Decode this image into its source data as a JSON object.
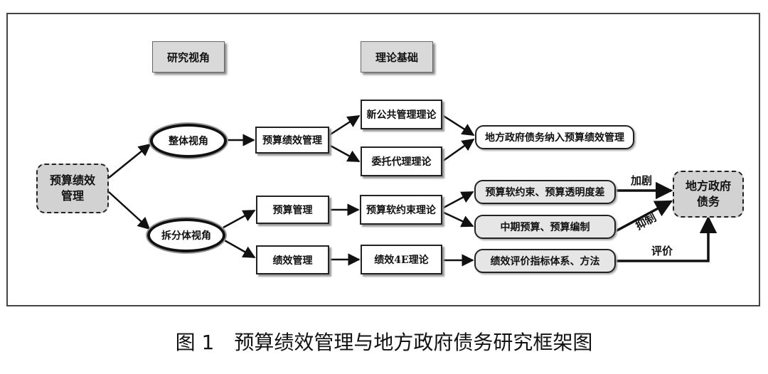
{
  "headers": {
    "perspective": "研究视角",
    "theory": "理论基础"
  },
  "nodes": {
    "root": "预算绩效\n管理",
    "holistic": "整体视角",
    "split": "拆分体视角",
    "budget_perf_mgmt": "预算绩效管理",
    "budget_mgmt": "预算管理",
    "perf_mgmt": "绩效管理",
    "npm": "新公共管理理论",
    "principal_agent": "委托代理理论",
    "soft_budget": "预算软约束理论",
    "theory_4e": "绩效4E理论",
    "include_local_debt": "地方政府债务纳入预算绩效管理",
    "soft_constraint_transparency": "预算软约束、预算透明度差",
    "medium_term": "中期预算、预算编制",
    "eval_system": "绩效评价指标体系、方法",
    "local_debt": "地方政府\n债务"
  },
  "edge_labels": {
    "aggravate": "加剧",
    "restrain": "抑制",
    "evaluate": "评价"
  },
  "caption": "图 1　预算绩效管理与地方政府债务研究框架图"
}
